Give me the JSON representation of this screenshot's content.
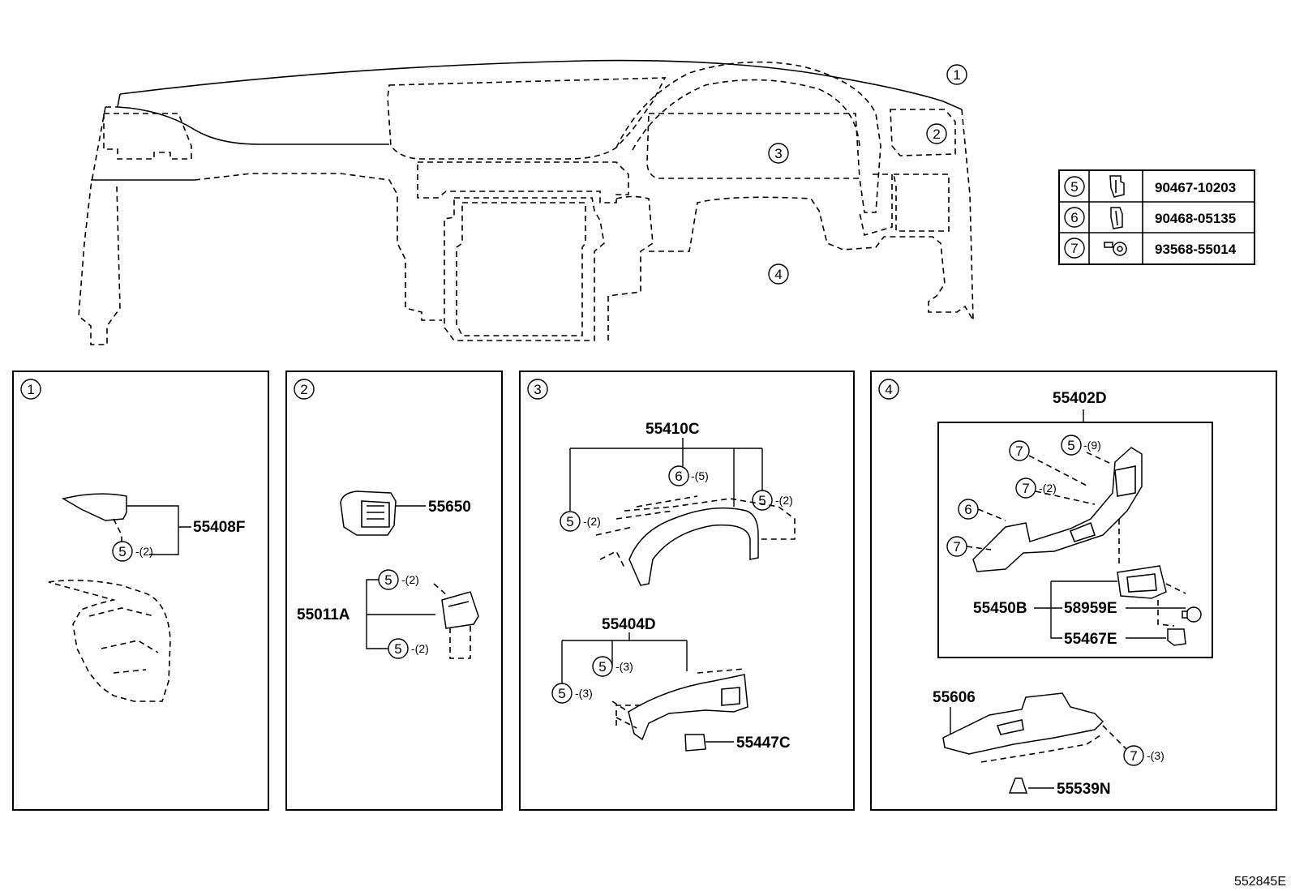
{
  "overview": {
    "region_markers": [
      "①",
      "②",
      "③",
      "④"
    ]
  },
  "fastener_table": {
    "rows": [
      {
        "ref": "⑤",
        "icon": "clip-icon",
        "part_number": "90467-10203"
      },
      {
        "ref": "⑥",
        "icon": "clip-icon",
        "part_number": "90468-05135"
      },
      {
        "ref": "⑦",
        "icon": "screw-icon",
        "part_number": "93568-55014"
      }
    ]
  },
  "panel1": {
    "marker": "①",
    "part_55408F": "55408F",
    "clip5": "⑤",
    "clip5_qty": "-(2)"
  },
  "panel2": {
    "marker": "②",
    "part_55650": "55650",
    "part_55011A": "55011A",
    "clip5_top": "⑤",
    "clip5_top_qty": "-(2)",
    "clip5_bottom": "⑤",
    "clip5_bottom_qty": "-(2)"
  },
  "panel3": {
    "marker": "③",
    "part_55410C": "55410C",
    "clip6": "⑥",
    "clip6_qty": "-(5)",
    "clip5_right": "⑤",
    "clip5_right_qty": "-(2)",
    "clip5_left": "⑤",
    "clip5_left_qty": "-(2)",
    "part_55404D": "55404D",
    "clip5_mid": "⑤",
    "clip5_mid_qty": "-(3)",
    "clip5_low": "⑤",
    "clip5_low_qty": "-(3)",
    "part_55447C": "55447C"
  },
  "panel4": {
    "marker": "④",
    "part_55402D": "55402D",
    "screw7_a": "⑦",
    "clip5": "⑤",
    "clip5_qty": "-(9)",
    "screw7_b": "⑦",
    "screw7_b_qty": "-(2)",
    "clip6": "⑥",
    "screw7_c": "⑦",
    "part_55450B": "55450B",
    "part_58959E": "58959E",
    "part_55467E": "55467E",
    "part_55606": "55606",
    "screw7_d": "⑦",
    "screw7_d_qty": "-(3)",
    "part_55539N": "55539N"
  },
  "illustration_code": "552845E"
}
